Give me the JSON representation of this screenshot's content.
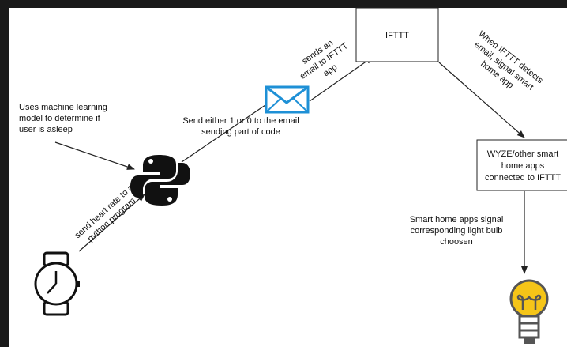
{
  "nodes": {
    "ifttt": {
      "label": "IFTTT"
    },
    "smart_home": {
      "lines": [
        "WYZE/other smart",
        "home apps",
        "connected to IFTTT"
      ]
    }
  },
  "labels": {
    "ml": [
      "Uses machine learning",
      "model to determine if",
      "user is asleep"
    ],
    "send_email": [
      "Send either 1 or 0 to the email",
      "sending part of code"
    ],
    "sends_email": [
      "sends an",
      "email to IFTTT",
      "app"
    ],
    "heart_rate": [
      "send heart rate to a",
      "python program"
    ],
    "when_ifttt": [
      "When IFTTT detects",
      "email, signal smart",
      "home app"
    ],
    "smart_signal": [
      "Smart home apps signal",
      "corresponding light bulb",
      "choosen"
    ]
  },
  "icons": {
    "watch": "watch-icon",
    "python": "python-logo-icon",
    "email": "envelope-icon",
    "bulb": "lightbulb-icon"
  },
  "colors": {
    "envelope": "#1e90d6",
    "bulb_fill": "#f5c518",
    "bulb_outline": "#555555",
    "line": "#222222"
  }
}
